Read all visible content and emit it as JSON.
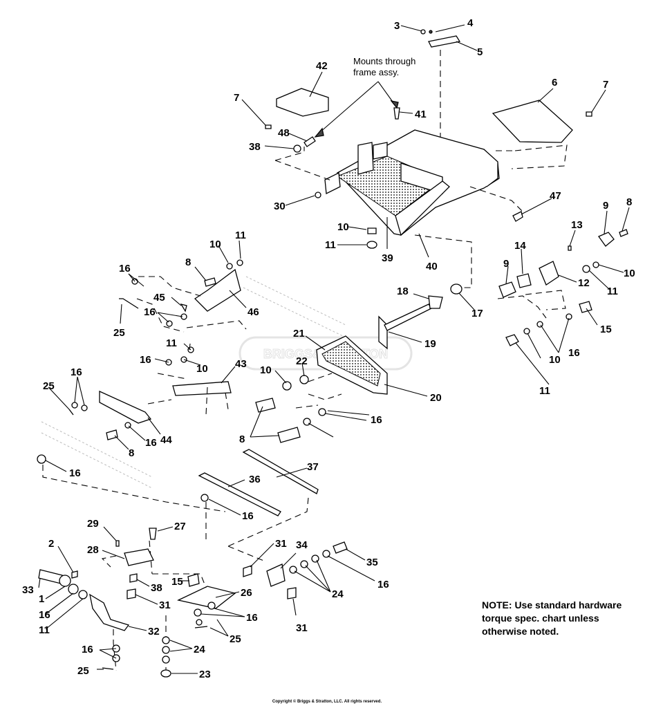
{
  "mount_annotation": [
    "Mounts through",
    "frame assy."
  ],
  "note": [
    "NOTE: Use standard hardware",
    "torque spec. chart unless",
    "otherwise noted."
  ],
  "copyright": "Copyright © Briggs & Stratton, LLC. All rights reserved.",
  "watermark": "BRIGGS&STRATTON",
  "callouts": [
    {
      "label": "3"
    },
    {
      "label": "4"
    },
    {
      "label": "5"
    },
    {
      "label": "42"
    },
    {
      "label": "7"
    },
    {
      "label": "41"
    },
    {
      "label": "6"
    },
    {
      "label": "7"
    },
    {
      "label": "48"
    },
    {
      "label": "38"
    },
    {
      "label": "30"
    },
    {
      "label": "47"
    },
    {
      "label": "9"
    },
    {
      "label": "8"
    },
    {
      "label": "13"
    },
    {
      "label": "10"
    },
    {
      "label": "11"
    },
    {
      "label": "39"
    },
    {
      "label": "40"
    },
    {
      "label": "10"
    },
    {
      "label": "11"
    },
    {
      "label": "8"
    },
    {
      "label": "14"
    },
    {
      "label": "9"
    },
    {
      "label": "12"
    },
    {
      "label": "10"
    },
    {
      "label": "11"
    },
    {
      "label": "16"
    },
    {
      "label": "45"
    },
    {
      "label": "46"
    },
    {
      "label": "16"
    },
    {
      "label": "25"
    },
    {
      "label": "18"
    },
    {
      "label": "17"
    },
    {
      "label": "15"
    },
    {
      "label": "21"
    },
    {
      "label": "19"
    },
    {
      "label": "11"
    },
    {
      "label": "16"
    },
    {
      "label": "10"
    },
    {
      "label": "22"
    },
    {
      "label": "10"
    },
    {
      "label": "16"
    },
    {
      "label": "43"
    },
    {
      "label": "20"
    },
    {
      "label": "25"
    },
    {
      "label": "16"
    },
    {
      "label": "11"
    },
    {
      "label": "8"
    },
    {
      "label": "16"
    },
    {
      "label": "10"
    },
    {
      "label": "16"
    },
    {
      "label": "44"
    },
    {
      "label": "8"
    },
    {
      "label": "16"
    },
    {
      "label": "37"
    },
    {
      "label": "36"
    },
    {
      "label": "16"
    },
    {
      "label": "29"
    },
    {
      "label": "27"
    },
    {
      "label": "2"
    },
    {
      "label": "28"
    },
    {
      "label": "31"
    },
    {
      "label": "34"
    },
    {
      "label": "35"
    },
    {
      "label": "16"
    },
    {
      "label": "33"
    },
    {
      "label": "15"
    },
    {
      "label": "38"
    },
    {
      "label": "26"
    },
    {
      "label": "24"
    },
    {
      "label": "1"
    },
    {
      "label": "16"
    },
    {
      "label": "31"
    },
    {
      "label": "31"
    },
    {
      "label": "11"
    },
    {
      "label": "16"
    },
    {
      "label": "32"
    },
    {
      "label": "25"
    },
    {
      "label": "16"
    },
    {
      "label": "24"
    },
    {
      "label": "25"
    },
    {
      "label": "23"
    }
  ]
}
